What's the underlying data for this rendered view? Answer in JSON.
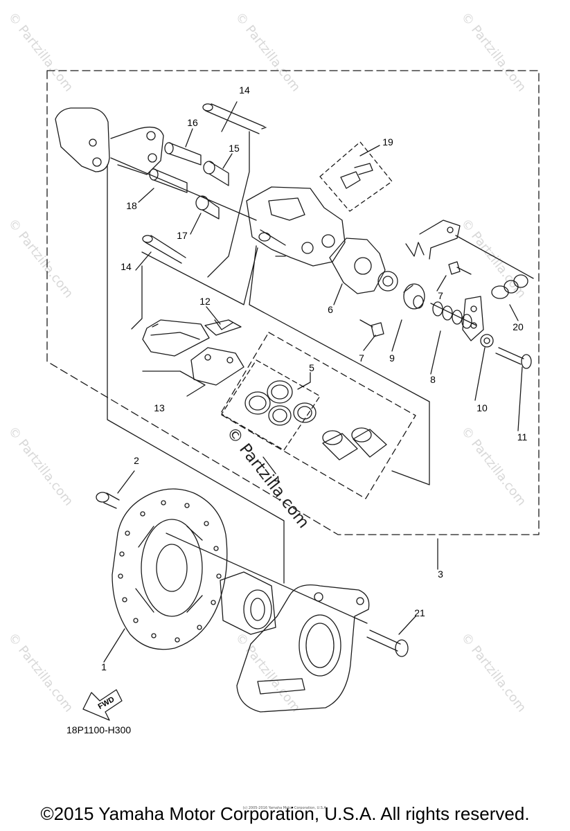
{
  "diagram": {
    "callouts": [
      {
        "id": "c1",
        "label": "1"
      },
      {
        "id": "c2",
        "label": "2"
      },
      {
        "id": "c3",
        "label": "3"
      },
      {
        "id": "c4",
        "label": "4"
      },
      {
        "id": "c5",
        "label": "5"
      },
      {
        "id": "c6",
        "label": "6"
      },
      {
        "id": "c7a",
        "label": "7"
      },
      {
        "id": "c7b",
        "label": "7"
      },
      {
        "id": "c8",
        "label": "8"
      },
      {
        "id": "c9",
        "label": "9"
      },
      {
        "id": "c10",
        "label": "10"
      },
      {
        "id": "c11",
        "label": "11"
      },
      {
        "id": "c12",
        "label": "12"
      },
      {
        "id": "c13",
        "label": "13"
      },
      {
        "id": "c14a",
        "label": "14"
      },
      {
        "id": "c14b",
        "label": "14"
      },
      {
        "id": "c15",
        "label": "15"
      },
      {
        "id": "c16",
        "label": "16"
      },
      {
        "id": "c17",
        "label": "17"
      },
      {
        "id": "c18",
        "label": "18"
      },
      {
        "id": "c19",
        "label": "19"
      },
      {
        "id": "c20",
        "label": "20"
      },
      {
        "id": "c21",
        "label": "21"
      }
    ],
    "fwd_label": "FWD",
    "diagram_code": "18P1100-H300",
    "colors": {
      "line": "#1a1a1a",
      "watermark": "#d8d8d8"
    }
  },
  "watermark": {
    "text": "© Partzilla.com",
    "center_text": "© Partzilla.com"
  },
  "footer": {
    "copyright": "©2015 Yamaha Motor Corporation, U.S.A. All rights reserved.",
    "fine_print": "(c) 2005-2016 Yamaha Motor Corporation, U.S.A."
  }
}
